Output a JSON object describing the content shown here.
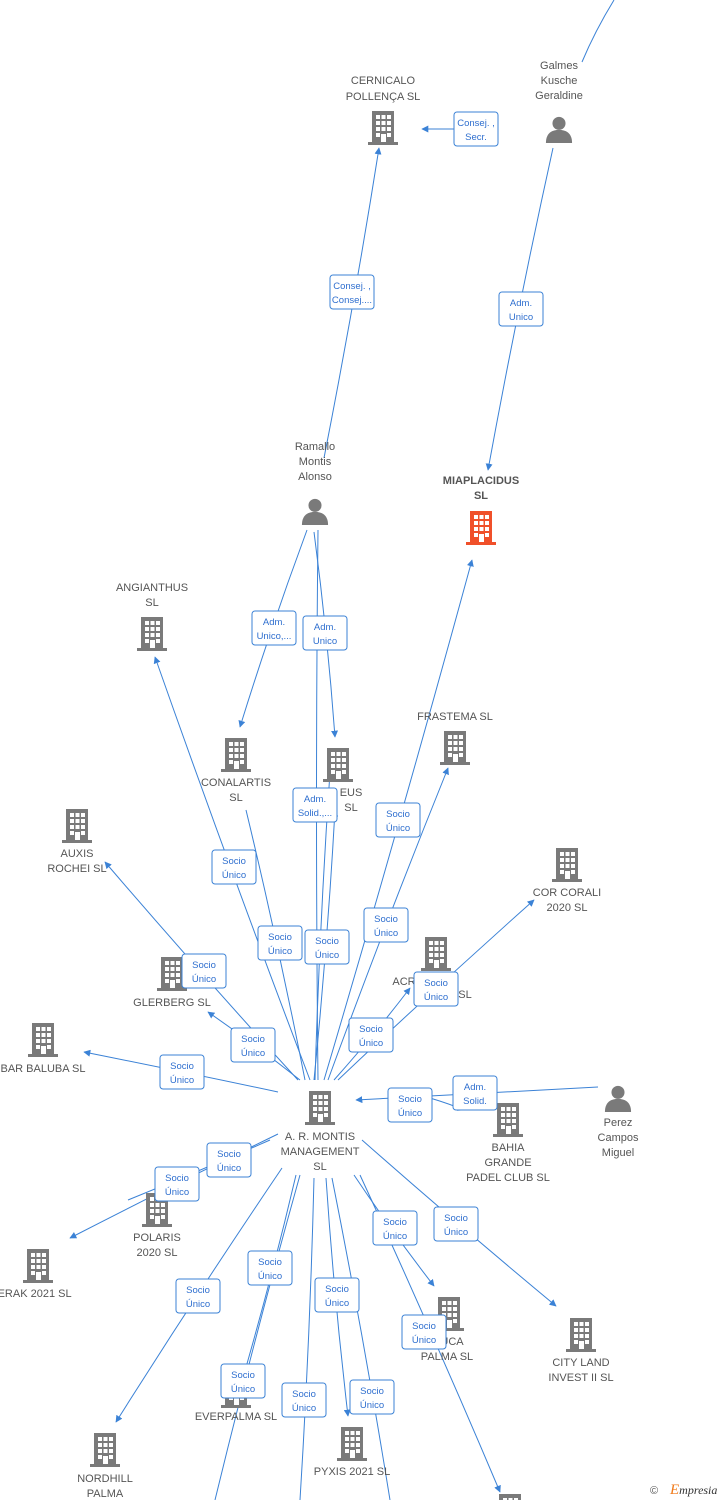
{
  "colors": {
    "edge": "#3b82d6",
    "company": "#7a7a7a",
    "focus_company": "#f0502a",
    "person": "#7a7a7a"
  },
  "nodes": [
    {
      "id": "cernicalo",
      "type": "company",
      "label": [
        "CERNICALO",
        "POLLENÇA  SL"
      ]
    },
    {
      "id": "galmes",
      "type": "person",
      "label": [
        "Galmes",
        "Kusche",
        "Geraldine"
      ]
    },
    {
      "id": "ramallo",
      "type": "person",
      "label": [
        "Ramallo",
        "Montis",
        "Alonso"
      ]
    },
    {
      "id": "miaplacidus",
      "type": "company",
      "focus": true,
      "label": [
        "MIAPLACIDUS",
        "SL"
      ]
    },
    {
      "id": "anganthus",
      "type": "company",
      "label": [
        "ANGIANTHUS",
        "SL"
      ]
    },
    {
      "id": "conalartis",
      "type": "company",
      "label": [
        "CONALARTIS",
        "SL"
      ]
    },
    {
      "id": "eus",
      "type": "company",
      "label": [
        "EUS",
        "SL"
      ]
    },
    {
      "id": "frastema",
      "type": "company",
      "label": [
        "FRASTEMA  SL"
      ]
    },
    {
      "id": "auxis",
      "type": "company",
      "label": [
        "AUXIS",
        "ROCHEI  SL"
      ]
    },
    {
      "id": "corcorali",
      "type": "company",
      "label": [
        "COR CORALI",
        "2020  SL"
      ]
    },
    {
      "id": "glerberg",
      "type": "company",
      "label": [
        "GLERBERG  SL"
      ]
    },
    {
      "id": "acr",
      "type": "company",
      "label": [
        "ACR",
        "SL"
      ]
    },
    {
      "id": "baluba",
      "type": "company",
      "label": [
        "BAR BALUBA  SL"
      ]
    },
    {
      "id": "montis",
      "type": "company",
      "label": [
        "A. R. MONTIS",
        "MANAGEMENT",
        "SL"
      ]
    },
    {
      "id": "bahia",
      "type": "company",
      "label": [
        "BAHIA",
        "GRANDE",
        "PADEL CLUB  SL"
      ]
    },
    {
      "id": "perez",
      "type": "person",
      "label": [
        "Perez",
        "Campos",
        "Miguel"
      ]
    },
    {
      "id": "polaris",
      "type": "company",
      "label": [
        "POLARIS",
        "2020  SL"
      ]
    },
    {
      "id": "merak",
      "type": "company",
      "label": [
        "MERAK 2021  SL"
      ]
    },
    {
      "id": "uca",
      "type": "company",
      "label": [
        "UCA",
        "PALMA  SL"
      ]
    },
    {
      "id": "cityland",
      "type": "company",
      "label": [
        "CITY LAND",
        "INVEST II  SL"
      ]
    },
    {
      "id": "everpalma",
      "type": "company",
      "label": [
        "EVERPALMA  SL"
      ]
    },
    {
      "id": "pyxis",
      "type": "company",
      "label": [
        "PYXIS 2021  SL"
      ]
    },
    {
      "id": "nordhill",
      "type": "company",
      "label": [
        "NORDHILL",
        "PALMA"
      ]
    },
    {
      "id": "bottom",
      "type": "company",
      "label": []
    }
  ],
  "relations": [
    {
      "label": [
        "Consej. ,",
        "Secr."
      ]
    },
    {
      "label": [
        "Consej. ,",
        "Consej...."
      ]
    },
    {
      "label": [
        "Adm.",
        "Unico"
      ]
    },
    {
      "label": [
        "Adm.",
        "Unico,..."
      ]
    },
    {
      "label": [
        "Adm.",
        "Unico"
      ]
    },
    {
      "label": [
        "Adm.",
        "Solid.,..."
      ]
    },
    {
      "label": [
        "Socio",
        "Único"
      ]
    },
    {
      "label": [
        "Socio",
        "Único"
      ]
    },
    {
      "label": [
        "Socio",
        "Único"
      ]
    },
    {
      "label": [
        "Socio",
        "Único"
      ]
    },
    {
      "label": [
        "Socio",
        "Único"
      ]
    },
    {
      "label": [
        "Socio",
        "Único"
      ]
    },
    {
      "label": [
        "Socio",
        "Único"
      ]
    },
    {
      "label": [
        "Socio",
        "Único"
      ]
    },
    {
      "label": [
        "Socio",
        "Único"
      ]
    },
    {
      "label": [
        "Socio",
        "Único"
      ]
    },
    {
      "label": [
        "Adm.",
        "Solid."
      ]
    },
    {
      "label": [
        "Socio",
        "Único"
      ]
    },
    {
      "label": [
        "Socio",
        "Único"
      ]
    },
    {
      "label": [
        "Socio",
        "Único"
      ]
    },
    {
      "label": [
        "Socio",
        "Único"
      ]
    },
    {
      "label": [
        "Socio",
        "Único"
      ]
    },
    {
      "label": [
        "Socio",
        "Único"
      ]
    },
    {
      "label": [
        "Socio",
        "Único"
      ]
    },
    {
      "label": [
        "Socio",
        "Único"
      ]
    },
    {
      "label": [
        "Socio",
        "Único"
      ]
    },
    {
      "label": [
        "Socio",
        "Único"
      ]
    },
    {
      "label": [
        "Socio",
        "Único"
      ]
    },
    {
      "label": [
        "Socio",
        "Único"
      ]
    }
  ],
  "footer": {
    "copyright_symbol": "©",
    "brand_initial": "E",
    "brand_rest": "mpresia"
  }
}
